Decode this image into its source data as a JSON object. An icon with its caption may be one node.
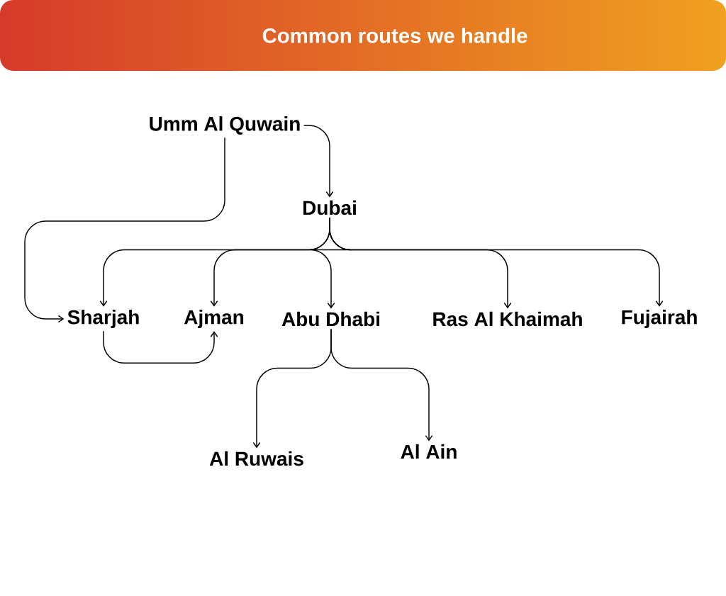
{
  "diagram": {
    "title": "Common routes we handle",
    "nodes": [
      {
        "text": [
          "Umm Al Quwain"
        ]
      },
      {
        "text": [
          "Dubai"
        ]
      },
      {
        "text": [
          "Sharjah"
        ]
      },
      {
        "text": [
          "Ajman"
        ]
      },
      {
        "text": [
          "Abu Dhabi"
        ]
      },
      {
        "text": [
          "Ras Al Khaimah"
        ]
      },
      {
        "text": [
          "Fujairah"
        ]
      },
      {
        "text": [
          "Al Ruwais"
        ]
      },
      {
        "text": [
          "Al Ain"
        ]
      }
    ],
    "edges": [
      {
        "from": 0,
        "to": 1,
        "arrow": "to"
      },
      {
        "from": 0,
        "to": 2,
        "arrow": "to"
      },
      {
        "from": 1,
        "to": 2,
        "arrow": "to"
      },
      {
        "from": 1,
        "to": 3,
        "arrow": "to"
      },
      {
        "from": 1,
        "to": 4,
        "arrow": "to"
      },
      {
        "from": 1,
        "to": 5,
        "arrow": "to"
      },
      {
        "from": 1,
        "to": 6,
        "arrow": "to"
      },
      {
        "from": 2,
        "to": 3,
        "arrow": "to"
      },
      {
        "from": 4,
        "to": 7,
        "arrow": "to"
      },
      {
        "from": 4,
        "to": 8,
        "arrow": "to"
      }
    ]
  }
}
